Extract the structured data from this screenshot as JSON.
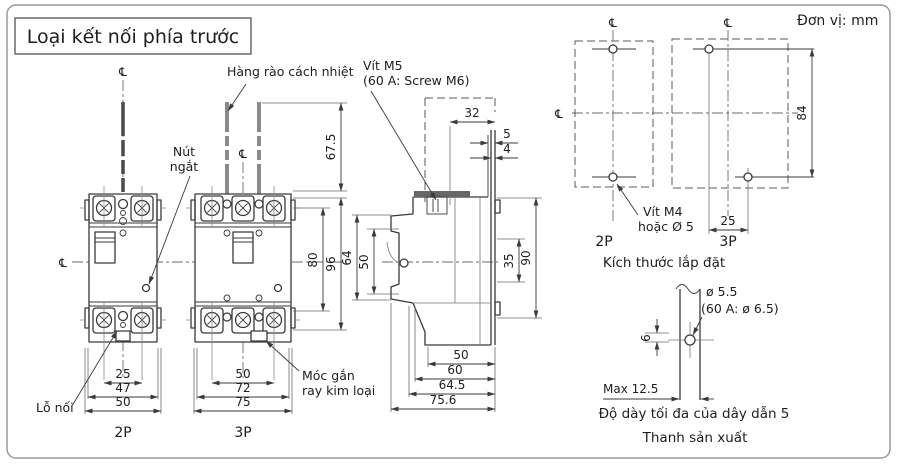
{
  "title": "Loại kết nối phía trước",
  "unit": "Đơn vị: mm",
  "sym": {
    "cl": "℄"
  },
  "front": {
    "barrier_label": "Hàng rào cách nhiệt",
    "trip1": "Nút",
    "trip2": "ngắt",
    "hole_label": "Lỗ nối",
    "din1": "Móc gắn",
    "din2": "ray kim loại",
    "p2": "2P",
    "p3": "3P",
    "d67_5": "67.5",
    "d96": "96",
    "d80": "80",
    "p2_25": "25",
    "p2_47": "47",
    "p2_50": "50",
    "p3_50": "50",
    "p3_72": "72",
    "p3_75": "75"
  },
  "side": {
    "screw1": "Vít M5",
    "screw2": "(60 A: Screw M6)",
    "d32": "32",
    "d5": "5",
    "d4": "4",
    "d64": "64",
    "d50": "50",
    "d35": "35",
    "d90": "90",
    "b50": "50",
    "b60": "60",
    "b64_5": "64.5",
    "b75_6": "75.6"
  },
  "mount": {
    "p2": "2P",
    "p3": "3P",
    "caption": "Kích thước lắp đặt",
    "screw1": "Vít M4",
    "screw2": "hoặc Ø 5",
    "d84": "84",
    "d25": "25"
  },
  "busbar": {
    "dia1": "ø 5.5",
    "dia2": "(60 A: ø 6.5)",
    "d6": "6",
    "max": "Max 12.5",
    "note": "Độ dày tối đa của dây dẫn 5",
    "caption": "Thanh sản xuất"
  }
}
